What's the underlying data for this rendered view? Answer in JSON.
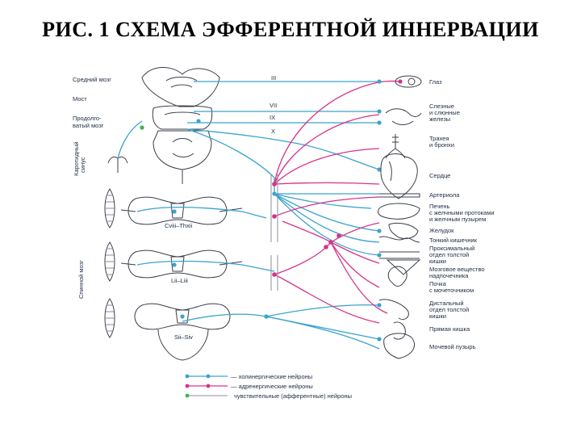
{
  "title": "РИС. 1   СХЕМА ЭФФЕРЕНТНОЙ ИННЕРВАЦИИ",
  "left_labels": {
    "midbrain": "Средний мозг",
    "pons": "Мост",
    "medulla_1": "Продолго-",
    "medulla_2": "ватый мозг",
    "carotid_1": "Каротидный",
    "carotid_2": "синус",
    "spinal_cord": "Спинной мозг"
  },
  "nerves": {
    "n3": "III",
    "n7": "VII",
    "n9": "IX",
    "n10": "X"
  },
  "segments": {
    "thoracic": "Cviii–Thxii",
    "lumbar": "Lii–Liii",
    "sacral": "Sii–Siv"
  },
  "organs": [
    [
      "Глаз"
    ],
    [
      "Слезные",
      "и слюнные",
      "железы"
    ],
    [
      "Трахея",
      "и бронхи"
    ],
    [
      "Сердце"
    ],
    [
      "Артериола"
    ],
    [
      "Печень",
      "с желчными протоками",
      "и желчным пузырем"
    ],
    [
      "Желудок"
    ],
    [
      "Тонкий кишечник"
    ],
    [
      "Проксимальный",
      "отдел толстой",
      "кишки"
    ],
    [
      "Мозговое вещество",
      "надпочечника"
    ],
    [
      "Почка",
      "с мочеточником"
    ],
    [
      "Дистальный",
      "отдел толстой",
      "кишки"
    ],
    [
      "Прямая кишка"
    ],
    [
      "Мочевой пузырь"
    ]
  ],
  "legend": {
    "cholinergic": "— холинергические нейроны",
    "adrenergic": "— адренергические нейроны",
    "afferent": "чувствительные (афферентные) нейроны"
  },
  "colors": {
    "cholinergic": "#3aa3cf",
    "adrenergic": "#d6338a",
    "afferent": "#39b54a"
  }
}
